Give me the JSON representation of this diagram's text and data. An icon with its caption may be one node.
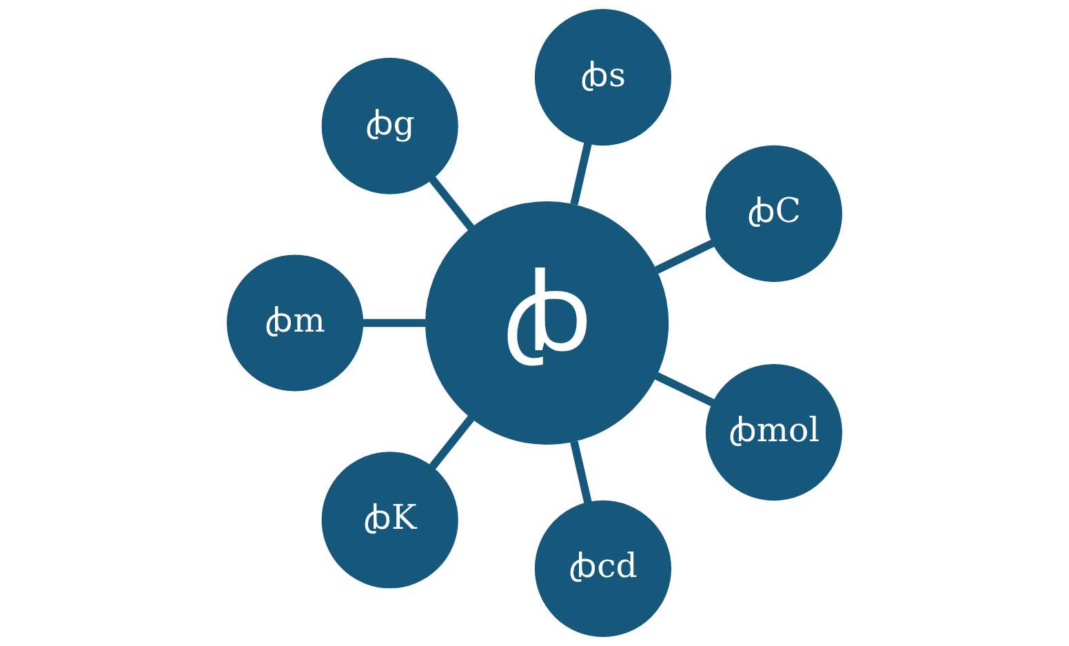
{
  "diagram": {
    "nodes": [
      {
        "text": [
          "ꞗ"
        ]
      },
      {
        "text": [
          "ꞗC"
        ]
      },
      {
        "text": [
          "ꞗs"
        ]
      },
      {
        "text": [
          "ꞗg"
        ]
      },
      {
        "text": [
          "ꞗm"
        ]
      },
      {
        "text": [
          "ꞗK"
        ]
      },
      {
        "text": [
          "ꞗcd"
        ]
      },
      {
        "text": [
          "ꞗmol"
        ]
      }
    ],
    "edges": [
      {
        "from": 0,
        "to": 1,
        "arrow": "none"
      },
      {
        "from": 0,
        "to": 2,
        "arrow": "none"
      },
      {
        "from": 0,
        "to": 3,
        "arrow": "none"
      },
      {
        "from": 0,
        "to": 4,
        "arrow": "none"
      },
      {
        "from": 0,
        "to": 5,
        "arrow": "none"
      },
      {
        "from": 0,
        "to": 6,
        "arrow": "none"
      },
      {
        "from": 0,
        "to": 7,
        "arrow": "none"
      }
    ]
  }
}
